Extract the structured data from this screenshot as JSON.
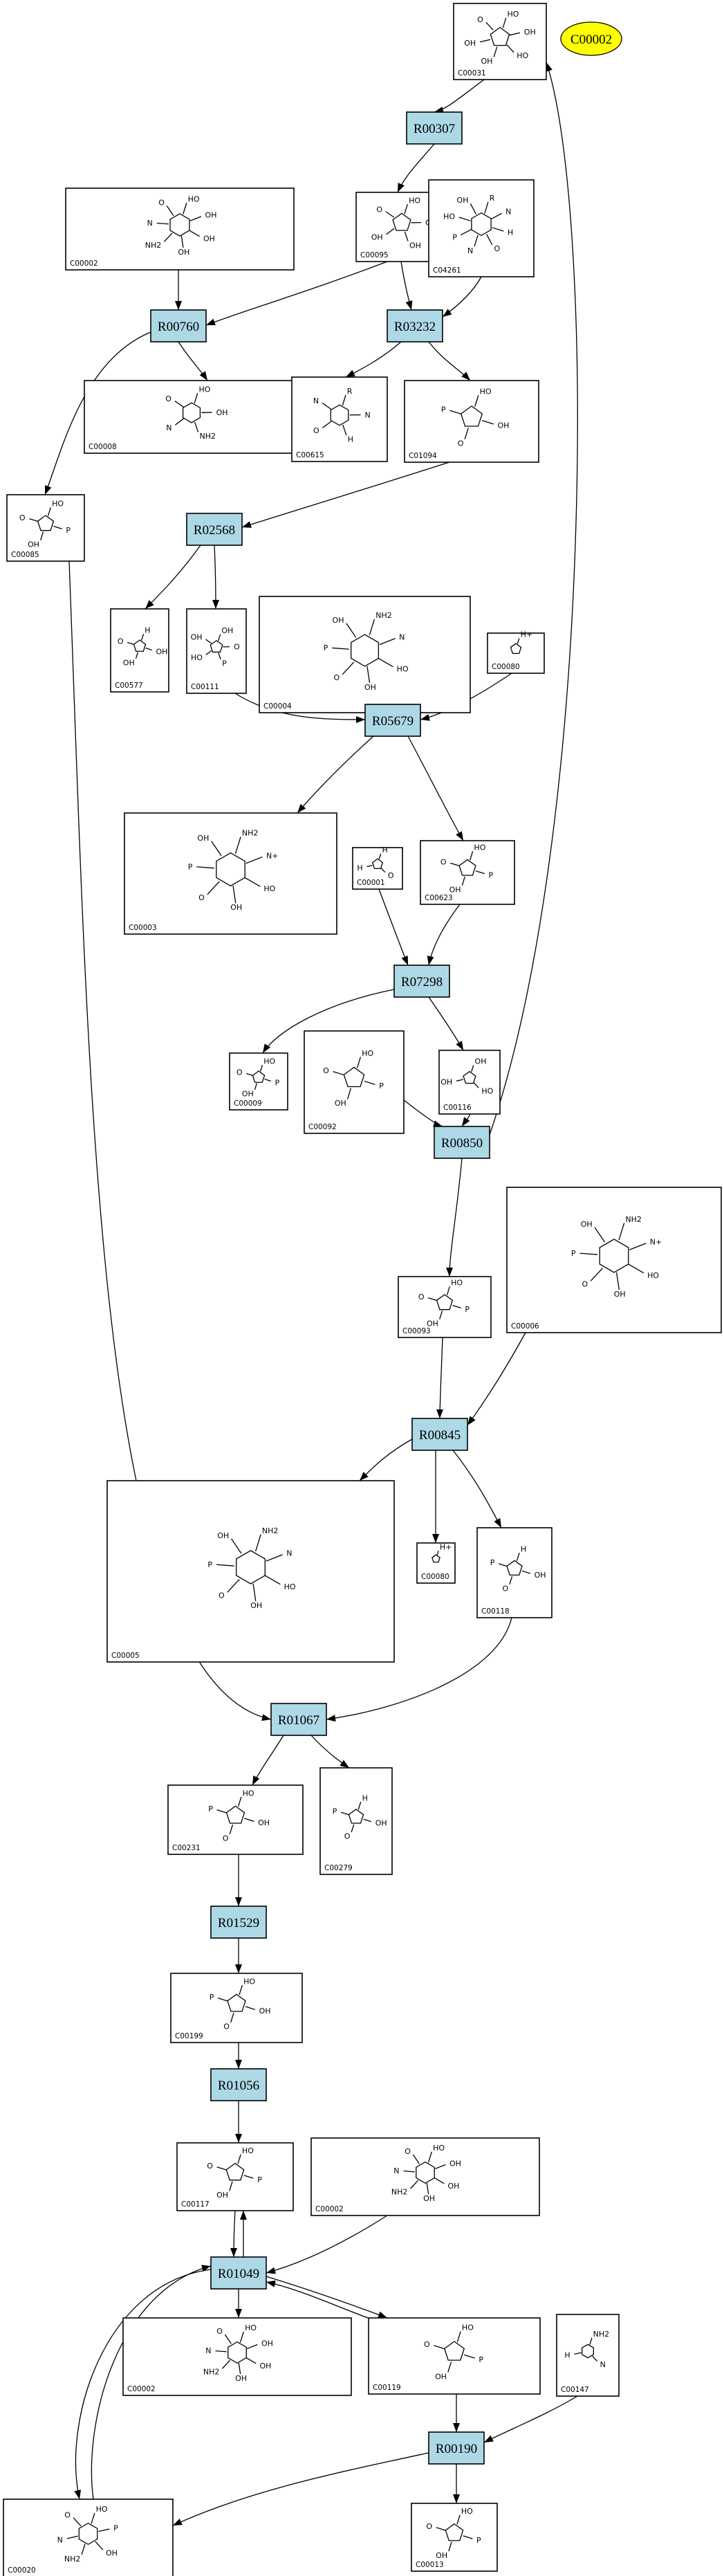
{
  "highlight": {
    "id": "C00002",
    "color": "#ffff00"
  },
  "colors": {
    "reaction_fill": "#add8e6",
    "compound_fill": "#ffffff",
    "stroke": "#000000"
  },
  "reactions": [
    {
      "id": "R00307"
    },
    {
      "id": "R00760"
    },
    {
      "id": "R03232"
    },
    {
      "id": "R02568"
    },
    {
      "id": "R05679"
    },
    {
      "id": "R07298"
    },
    {
      "id": "R00850"
    },
    {
      "id": "R00845"
    },
    {
      "id": "R01067"
    },
    {
      "id": "R01529"
    },
    {
      "id": "R01056"
    },
    {
      "id": "R01049"
    },
    {
      "id": "R00190"
    }
  ],
  "compounds": [
    {
      "id": "C00031",
      "structure": [
        "HO",
        "OH",
        "HO",
        "OH",
        "OH",
        "O"
      ]
    },
    {
      "id": "C00002",
      "structure": [
        "HO",
        "OH",
        "OH",
        "OH",
        "NH2",
        "N",
        "O"
      ]
    },
    {
      "id": "C00095",
      "structure": [
        "HO",
        "OH",
        "OH",
        "OH",
        "O"
      ]
    },
    {
      "id": "C04261",
      "structure": [
        "R",
        "N",
        "H",
        "O",
        "N",
        "P",
        "HO",
        "OH"
      ]
    },
    {
      "id": "C00008",
      "structure": [
        "HO",
        "OH",
        "NH2",
        "N",
        "O"
      ]
    },
    {
      "id": "C00615",
      "structure": [
        "R",
        "N",
        "H",
        "O",
        "N"
      ]
    },
    {
      "id": "C01094",
      "structure": [
        "HO",
        "OH",
        "O",
        "P"
      ]
    },
    {
      "id": "C00085",
      "structure": [
        "HO",
        "P",
        "OH",
        "O"
      ]
    },
    {
      "id": "C00577",
      "structure": [
        "H",
        "OH",
        "OH",
        "O"
      ]
    },
    {
      "id": "C00111",
      "structure": [
        "OH",
        "O",
        "P",
        "HO",
        "OH"
      ]
    },
    {
      "id": "C00004",
      "structure": [
        "NH2",
        "N",
        "HO",
        "OH",
        "O",
        "P",
        "OH"
      ]
    },
    {
      "id": "C00080",
      "structure": [
        "H+"
      ]
    },
    {
      "id": "C00003",
      "structure": [
        "NH2",
        "N+",
        "HO",
        "OH",
        "O",
        "P",
        "OH"
      ]
    },
    {
      "id": "C00001",
      "structure": [
        "H",
        "O",
        "H"
      ]
    },
    {
      "id": "C00623",
      "structure": [
        "HO",
        "P",
        "OH",
        "O"
      ]
    },
    {
      "id": "C00009",
      "structure": [
        "HO",
        "P",
        "OH",
        "O"
      ]
    },
    {
      "id": "C00092",
      "structure": [
        "HO",
        "P",
        "OH",
        "O"
      ]
    },
    {
      "id": "C00116",
      "structure": [
        "OH",
        "HO",
        "OH"
      ]
    },
    {
      "id": "C00093",
      "structure": [
        "HO",
        "P",
        "OH",
        "O"
      ]
    },
    {
      "id": "C00006",
      "structure": [
        "NH2",
        "N+",
        "HO",
        "OH",
        "O",
        "P",
        "OH"
      ]
    },
    {
      "id": "C00005",
      "structure": [
        "NH2",
        "N",
        "HO",
        "OH",
        "O",
        "P",
        "OH"
      ]
    },
    {
      "id": "C00118",
      "structure": [
        "H",
        "OH",
        "O",
        "P"
      ]
    },
    {
      "id": "C00231",
      "structure": [
        "HO",
        "OH",
        "O",
        "P"
      ]
    },
    {
      "id": "C00279",
      "structure": [
        "H",
        "OH",
        "O",
        "P"
      ]
    },
    {
      "id": "C00199",
      "structure": [
        "HO",
        "OH",
        "O",
        "P"
      ]
    },
    {
      "id": "C00117",
      "structure": [
        "HO",
        "P",
        "OH",
        "O"
      ]
    },
    {
      "id": "C00119",
      "structure": [
        "HO",
        "P",
        "OH",
        "O"
      ]
    },
    {
      "id": "C00147",
      "structure": [
        "NH2",
        "N",
        "H"
      ]
    },
    {
      "id": "C00020",
      "structure": [
        "HO",
        "P",
        "OH",
        "NH2",
        "N",
        "O"
      ]
    },
    {
      "id": "C00013",
      "structure": [
        "HO",
        "P",
        "OH",
        "O"
      ]
    }
  ]
}
